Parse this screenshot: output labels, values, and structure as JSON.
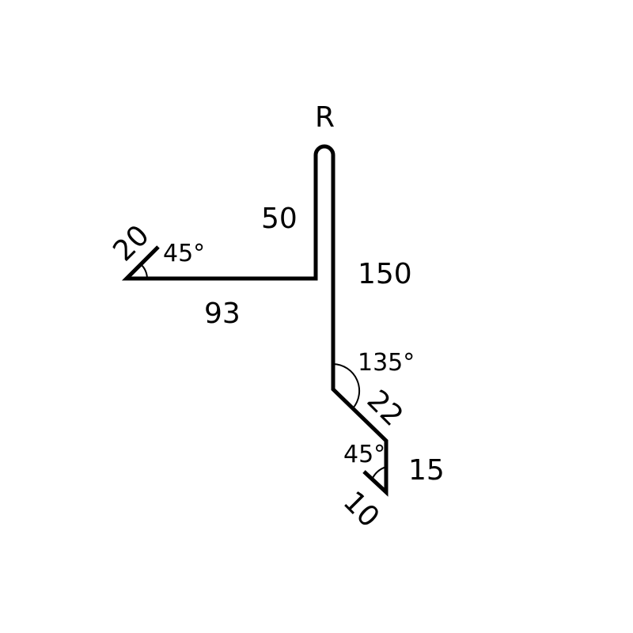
{
  "diagram": {
    "radius_label": "R",
    "dims": {
      "hem_left": "20",
      "angle_left": "45°",
      "bottom_left": "93",
      "step": "50",
      "vertical": "150",
      "angle_mid": "135°",
      "diag": "22",
      "angle_right": "45°",
      "drop": "15",
      "hem_right": "10"
    },
    "colors": {
      "stroke": "#000000",
      "background": "#ffffff"
    }
  }
}
